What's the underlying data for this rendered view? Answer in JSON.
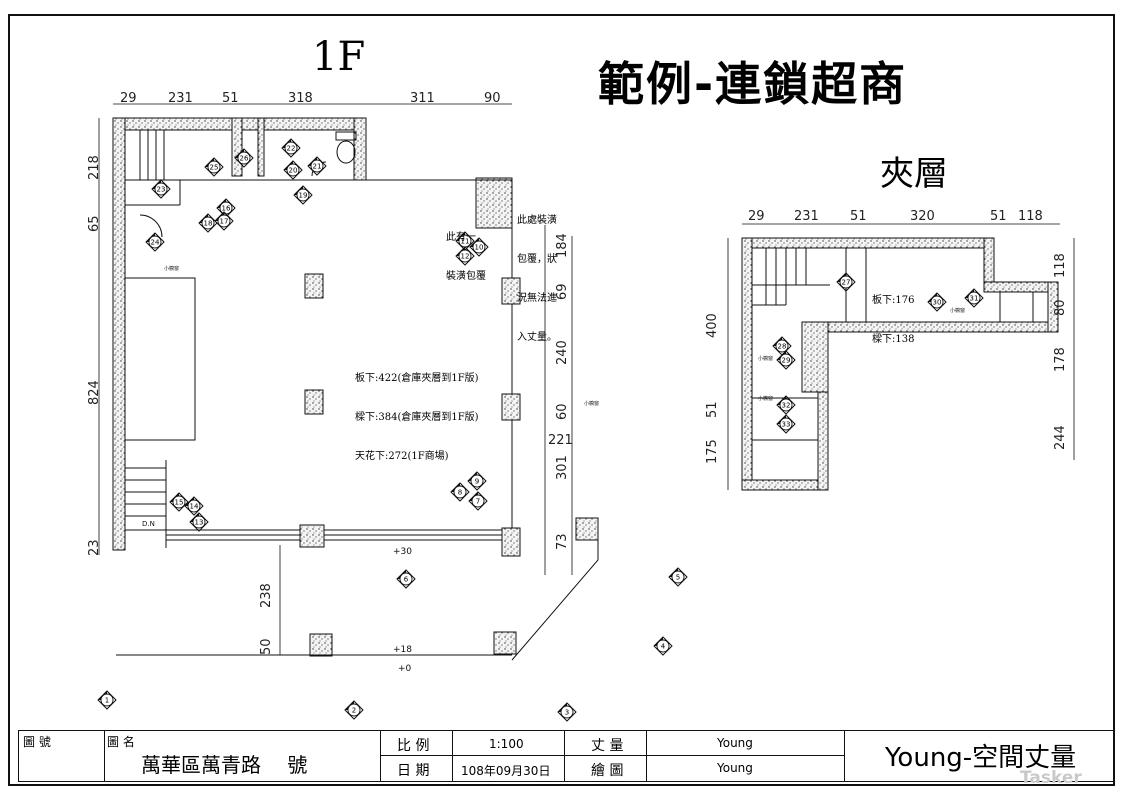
{
  "title": "範例-連鎖超商",
  "floor_1f_label": "1F",
  "mezzanine_label": "夾層",
  "floor1": {
    "top_dims": [
      "29",
      "231",
      "51",
      "318",
      "311",
      "90"
    ],
    "left_dims": [
      "218",
      "65",
      "824",
      "23"
    ],
    "right_dims": [
      "184",
      "69",
      "240",
      "60",
      "221",
      "301",
      "73"
    ],
    "bottom_dims": [
      "238",
      "50"
    ],
    "notes": {
      "slab_heights": [
        "板下:422(倉庫夾層到1F版)",
        "樑下:384(倉庫夾層到1F版)",
        "天花下:272(1F商場)"
      ],
      "note_top_left": [
        "此有一",
        "裝潢包覆"
      ],
      "note_top_right": [
        "此處裝潢",
        "包覆，狀",
        "況無法進",
        "入丈量。"
      ]
    },
    "levels": [
      "+30",
      "+18",
      "+0"
    ],
    "dn_label": "D.N",
    "small_labels": [
      "小櫥窗",
      "小櫥窗"
    ]
  },
  "mezzanine": {
    "top_dims": [
      "29",
      "231",
      "51",
      "320",
      "51",
      "118"
    ],
    "left_dims": [
      "400",
      "51",
      "175"
    ],
    "right_dims": [
      "118",
      "80",
      "178",
      "244"
    ],
    "notes": [
      "板下:176",
      "樑下:138"
    ],
    "small_labels": [
      "小櫥窗",
      "小櫥窗",
      "小櫥窗"
    ]
  },
  "markers_1f": [
    "1",
    "2",
    "3",
    "4",
    "5",
    "6",
    "7",
    "8",
    "9",
    "10",
    "11",
    "12",
    "13",
    "14",
    "15",
    "16",
    "17",
    "18",
    "19",
    "20",
    "21",
    "22",
    "23",
    "24",
    "25",
    "26"
  ],
  "markers_mezz": [
    "27",
    "28",
    "29",
    "30",
    "31",
    "32",
    "33"
  ],
  "title_block": {
    "drawing_no_label": "圖 號",
    "drawing_name_label": "圖 名",
    "drawing_name": "萬華區萬青路　 號",
    "scale_label": "比 例",
    "scale_value": "1:100",
    "date_label": "日 期",
    "date_value": "108年09月30日",
    "survey_label": "丈 量",
    "survey_value": "Young",
    "draw_label": "繪 圖",
    "draw_value": "Young",
    "company": "Young-空間丈量"
  },
  "watermark": "Tasker"
}
